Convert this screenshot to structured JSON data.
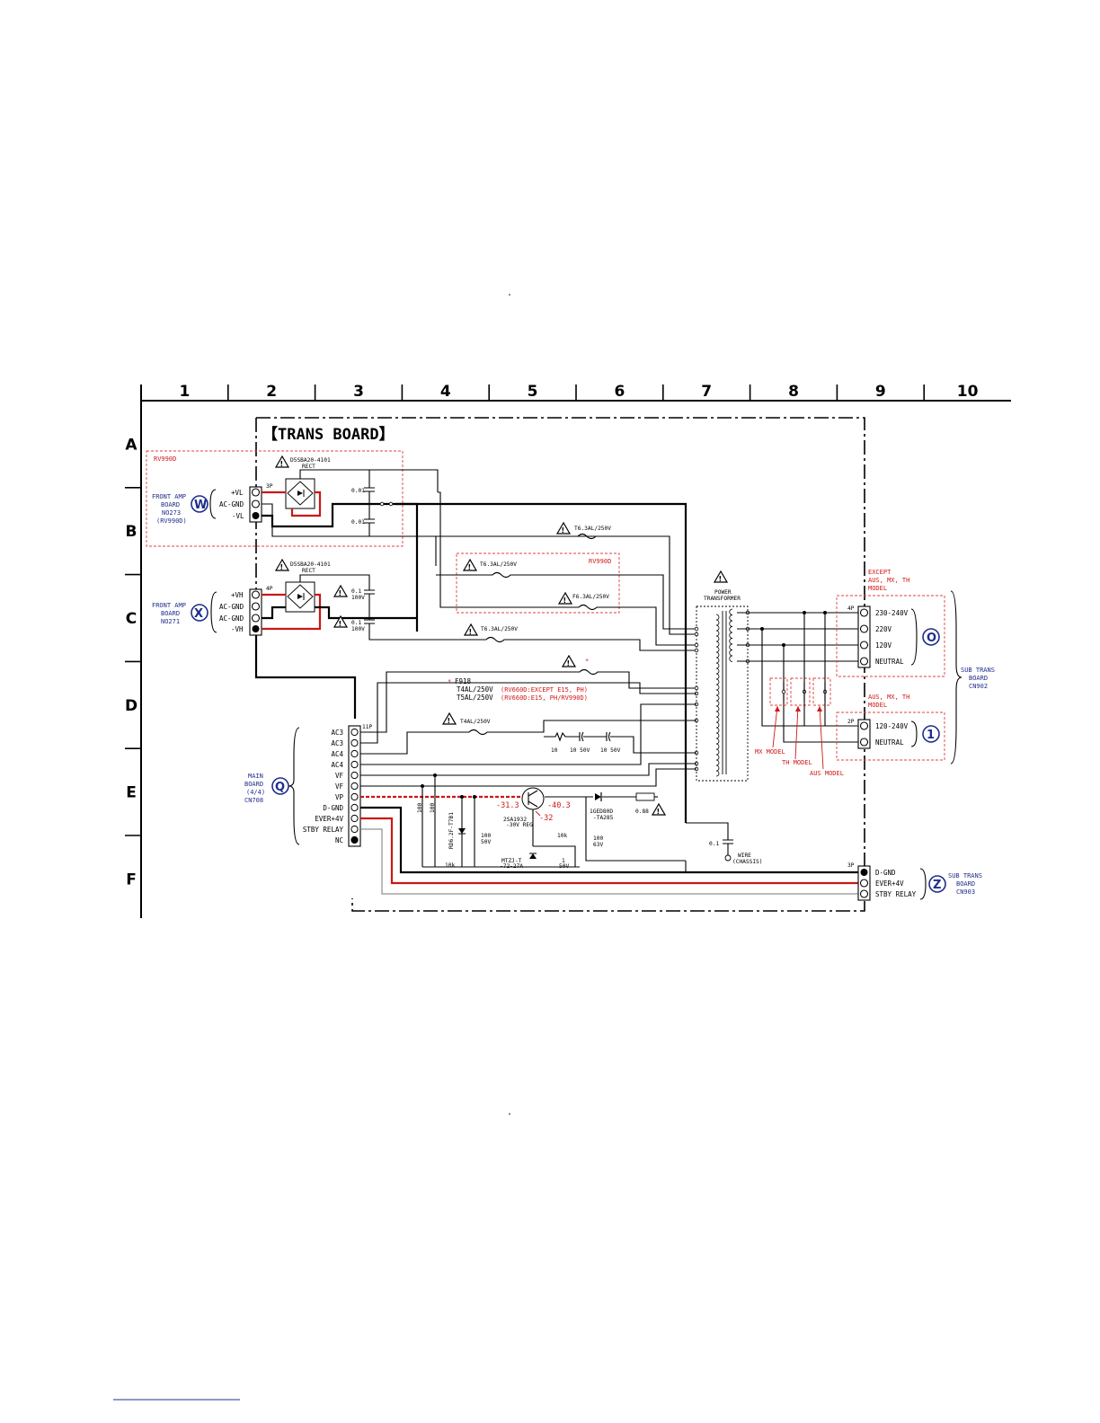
{
  "grid": {
    "columns": [
      "1",
      "2",
      "3",
      "4",
      "5",
      "6",
      "7",
      "8",
      "9",
      "10"
    ],
    "rows": [
      "A",
      "B",
      "C",
      "D",
      "E",
      "F"
    ]
  },
  "board_title": "【TRANS BOARD】",
  "rv990d_box_label": "RV990D",
  "rv990d_box2_label": "RV990D",
  "rectifier1": {
    "part": "D5SBA20-4101",
    "type": "RECT"
  },
  "rectifier2": {
    "part": "D5SBA20-4101",
    "type": "RECT"
  },
  "front_amp_w": {
    "circle": "W",
    "lines": [
      "FRONT AMP",
      "BOARD",
      "NO273",
      "(RV990D)"
    ],
    "connector": "3P",
    "pins": [
      "+VL",
      "AC-GND",
      "-VL"
    ]
  },
  "front_amp_x": {
    "circle": "X",
    "lines": [
      "FRONT AMP",
      "BOARD",
      "NO271"
    ],
    "connector": "4P",
    "pins": [
      "+VH",
      "AC-GND",
      "AC-GND",
      "-VH"
    ]
  },
  "main_board_q": {
    "circle": "Q",
    "lines": [
      "MAIN",
      "BOARD",
      "(4/4)",
      "CN708"
    ],
    "connector": "11P",
    "pins": [
      "AC3",
      "AC3",
      "AC4",
      "AC4",
      "VF",
      "VF",
      "VP",
      "D-GND",
      "EVER+4V",
      "STBY RELAY",
      "NC"
    ]
  },
  "sub_trans_o": {
    "circle": "O",
    "connector": "4P",
    "pins": [
      "230-240V",
      "220V",
      "120V",
      "NEUTRAL"
    ]
  },
  "sub_trans_1": {
    "circle": "1",
    "connector": "2P",
    "pins": [
      "120-240V",
      "NEUTRAL"
    ]
  },
  "sub_trans_label": [
    "SUB TRANS",
    "BOARD",
    "CN902"
  ],
  "sub_trans_z": {
    "circle": "Z",
    "lines": [
      "SUB TRANS",
      "BOARD",
      "CN903"
    ],
    "connector": "3P",
    "pins": [
      "D-GND",
      "EVER+4V",
      "STBY RELAY"
    ]
  },
  "except_note": [
    "EXCEPT",
    "AUS, MX, TH",
    "MODEL"
  ],
  "aus_note": [
    "AUS, MX, TH",
    "MODEL"
  ],
  "model_labels": [
    "MX MODEL",
    "TH MODEL",
    "AUS MODEL"
  ],
  "caps": {
    "c1": "0.01",
    "c2": "0.01",
    "c3": "0.1",
    "c3v": "100V",
    "c4": "0.1",
    "c4v": "100V"
  },
  "fuses": {
    "f1": "T6.3AL/250V",
    "f2": "T6.3AL/250V",
    "f3": "F6.3AL/250V",
    "f4": "T6.3AL/250V",
    "f5": "T4AL/250V"
  },
  "f918": {
    "label": "* F918",
    "line1_black": "T4AL/250V",
    "line1_red": "(RV660D:EXCEPT E15, PH)",
    "line2_black": "T5AL/250V",
    "line2_red": "(RV660D:E15, PH/RV990D)"
  },
  "transformer_label": [
    "POWER",
    "TRANSFORMER"
  ],
  "reg": {
    "transistor": [
      "2SA1932",
      "-30V REG"
    ],
    "v1": "-31.3",
    "v2": "-40.3",
    "v3": "-32",
    "zener": [
      "MTZJ-T",
      "-72-27A"
    ],
    "diode": [
      "1GED80D",
      "-TA285"
    ],
    "zener2": "RD6.2F-T7B1",
    "resistor_val": "0.88",
    "r100a": "100",
    "r100b": "100",
    "r10k_1": "10k",
    "r10k_2": "10k",
    "c100_50": [
      "100",
      "50V"
    ],
    "c100_63": [
      "100",
      "63V"
    ],
    "c1_50": [
      "1",
      "50V"
    ]
  },
  "ac4_rc": {
    "r": "10",
    "c1": "10 50V",
    "c2": "10 50V"
  },
  "chassis": {
    "cap": "0.1",
    "wire": [
      "WIRE",
      "(CHASSIS)"
    ]
  },
  "asterisk": "*"
}
